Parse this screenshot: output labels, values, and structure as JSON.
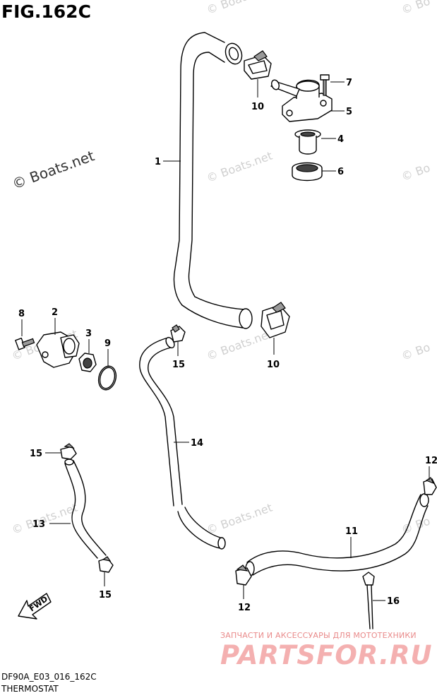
{
  "figure": {
    "title": "FIG.162C",
    "code": "DF90A_E03_016_162C",
    "name": "THERMOSTAT"
  },
  "watermark": {
    "text": "© Boats.net",
    "partial": "© Bo"
  },
  "parts_site": {
    "subtitle": "ЗАПЧАСТИ И АКСЕССУАРЫ ДЛЯ МОТОТЕХНИКИ",
    "brand": "PARTSFOR.RU"
  },
  "fwd_label": "FWD",
  "callouts": {
    "c1": "1",
    "c2": "2",
    "c3": "3",
    "c4": "4",
    "c5": "5",
    "c6": "6",
    "c7": "7",
    "c8": "8",
    "c9": "9",
    "c10a": "10",
    "c10b": "10",
    "c11": "11",
    "c12a": "12",
    "c12b": "12",
    "c13": "13",
    "c14": "14",
    "c15a": "15",
    "c15b": "15",
    "c15c": "15",
    "c16": "16"
  }
}
